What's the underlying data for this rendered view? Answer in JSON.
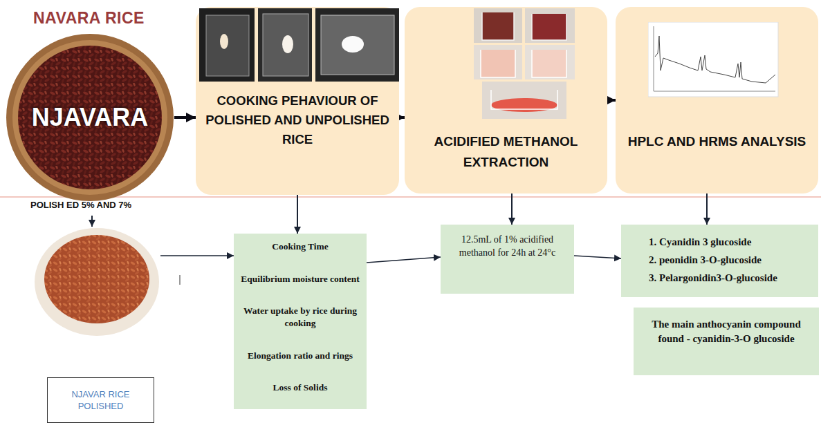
{
  "diagram": {
    "title": "NAVARA RICE",
    "nodes": [
      {
        "text": [
          "NJAVARA"
        ]
      },
      {
        "text": [
          "COOKING PEHAVIOUR OF POLISHED AND UNPOLISHED RICE"
        ]
      },
      {
        "text": [
          "ACIDIFIED METHANOL EXTRACTION"
        ]
      },
      {
        "text": [
          "HPLC AND HRMS ANALYSIS"
        ]
      },
      {
        "text": [
          "NJAVAR RICE POLISHED"
        ]
      },
      {
        "text": [
          "Cooking Time",
          "Equilibrium moisture content",
          "Water uptake by rice during cooking",
          "Elongation ratio and rings",
          "Loss of Solids"
        ]
      },
      {
        "text": [
          "12.5mL of 1% acidified methanol for 24h at 24°c"
        ]
      },
      {
        "text": [
          "1. Cyanidin 3 glucoside",
          "2. peonidin 3-O-glucoside",
          "3. Pelargonidin3-O-glucoside"
        ]
      },
      {
        "text": [
          "The main anthocyanin compound found - cyanidin-3-O glucoside"
        ]
      }
    ],
    "edges": [
      {
        "from": 0,
        "to": 1,
        "arrow": "to"
      },
      {
        "from": 1,
        "to": 2,
        "arrow": "to"
      },
      {
        "from": 2,
        "to": 3,
        "arrow": "to"
      },
      {
        "from": 1,
        "to": 5,
        "arrow": "to"
      },
      {
        "from": 4,
        "to": 5,
        "arrow": "to"
      },
      {
        "from": 5,
        "to": 6,
        "arrow": "to"
      },
      {
        "from": 2,
        "to": 6,
        "arrow": "to"
      },
      {
        "from": 6,
        "to": 7,
        "arrow": "to"
      },
      {
        "from": 3,
        "to": 7,
        "arrow": "to"
      }
    ],
    "labels": [
      "POLISH ED 5% AND 7%"
    ]
  }
}
